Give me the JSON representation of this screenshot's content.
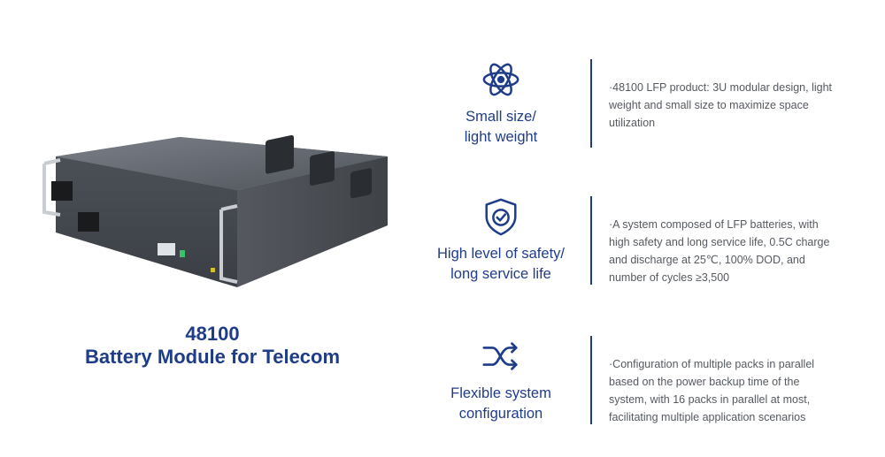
{
  "product": {
    "title_line1": "48100",
    "title_line2": "Battery Module for Telecom",
    "image_name": "battery-module-image"
  },
  "features": [
    {
      "icon": "atom-icon",
      "label_line1": "Small size/",
      "label_line2": "light weight",
      "desc": "·48100 LFP product: 3U modular design, light weight and small size to maximize space utilization"
    },
    {
      "icon": "shield-check-icon",
      "label_line1": "High level of safety/",
      "label_line2": "long service life",
      "desc": "·A system composed of LFP batteries, with high safety and long service life, 0.5C charge and discharge at 25℃, 100% DOD, and number of cycles ≥3,500"
    },
    {
      "icon": "shuffle-icon",
      "label_line1": "Flexible system",
      "label_line2": "configuration",
      "desc": "·Configuration of multiple packs in parallel based on the power backup time of the system, with 16 packs in parallel at most, facilitating multiple application scenarios"
    }
  ],
  "colors": {
    "accent": "#1f3c88",
    "text": "#555a60",
    "background": "#ffffff"
  }
}
